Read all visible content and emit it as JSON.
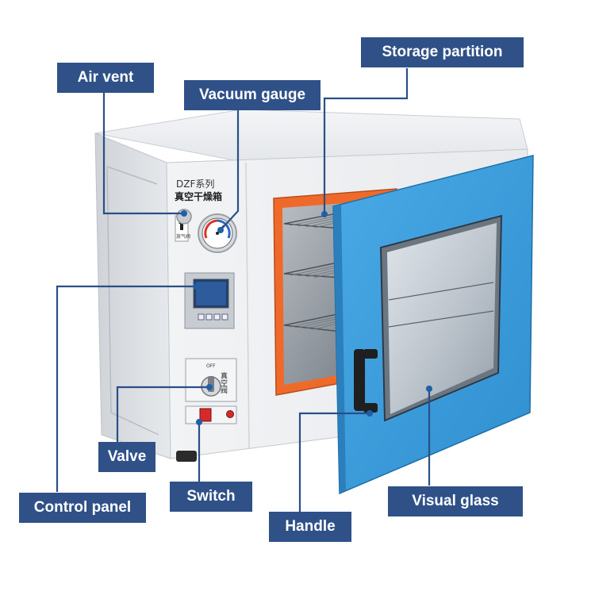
{
  "callouts": {
    "air_vent": "Air vent",
    "vacuum_gauge": "Vacuum gauge",
    "storage_partition": "Storage partition",
    "control_panel": "Control panel",
    "valve": "Valve",
    "switch": "Switch",
    "handle": "Handle",
    "visual_glass": "Visual glass"
  },
  "device_text": {
    "model_line1": "DZF系列",
    "model_line2": "真空干燥箱",
    "valve_text": "真空阀",
    "off_text": "OFF",
    "air_vent_tag": "放气阀"
  },
  "colors": {
    "label_bg": "#2f5188",
    "door_blue": "#3fa0dd",
    "gasket_orange": "#ef6a2a",
    "body_gray": "#eef0f2"
  }
}
